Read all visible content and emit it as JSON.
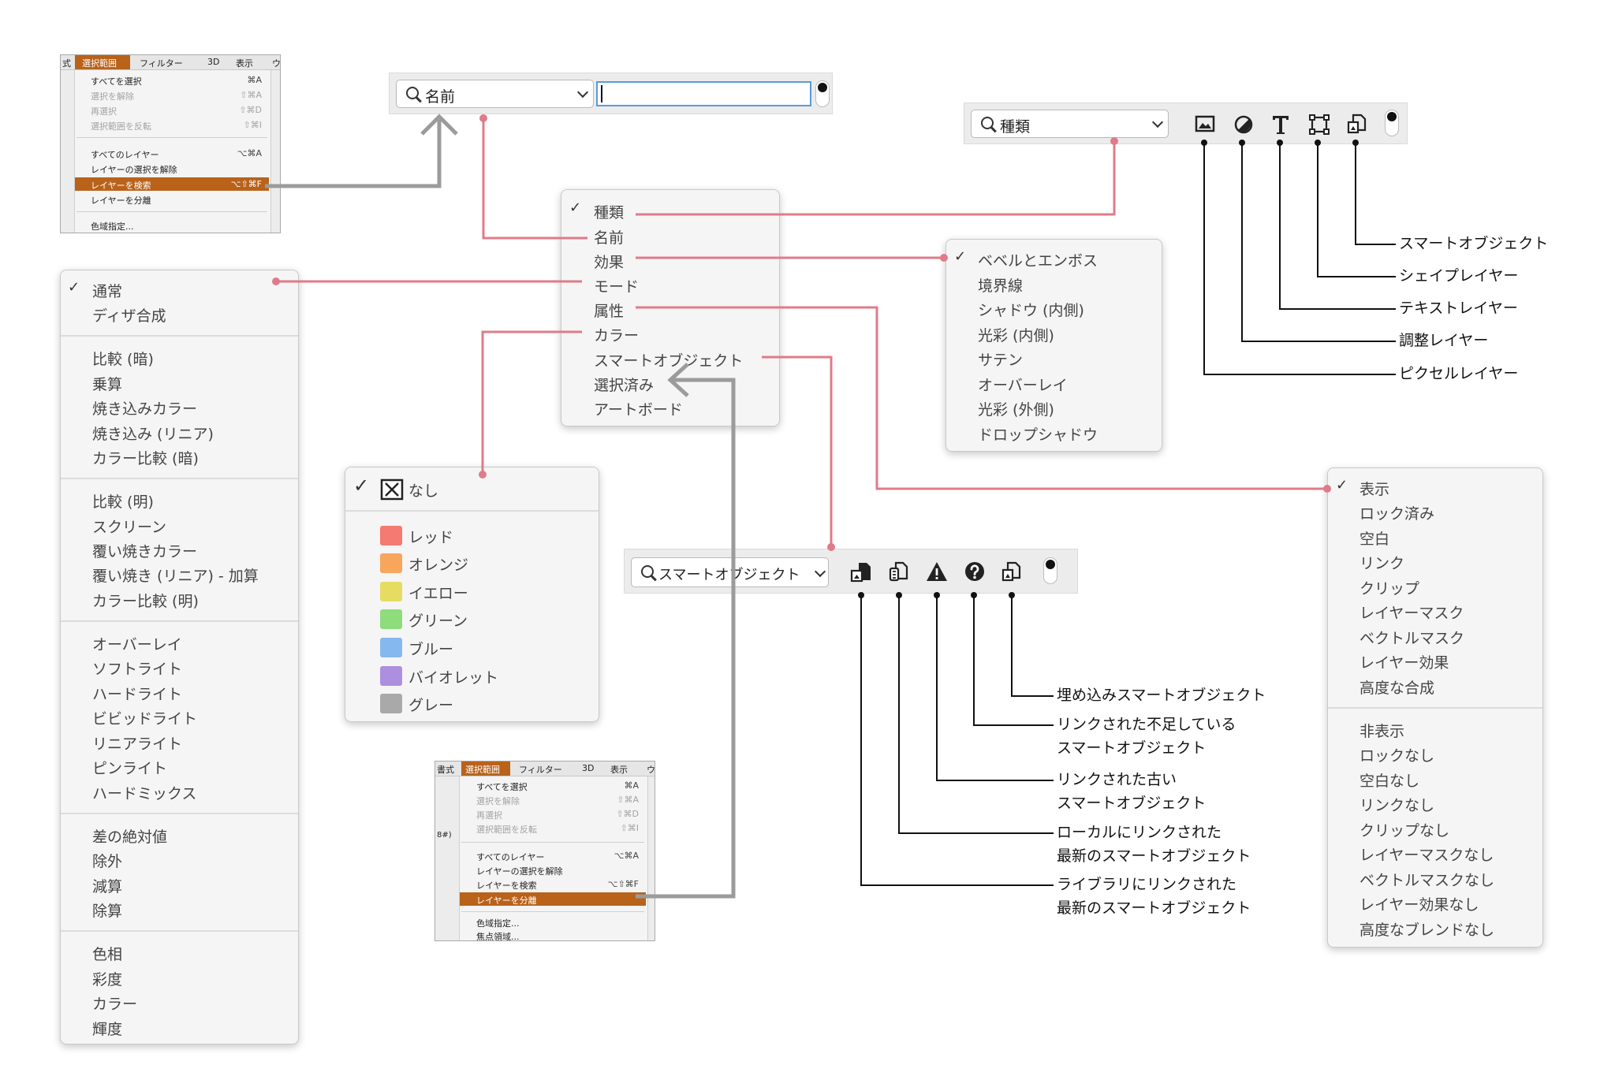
{
  "mini_menu_top": {
    "menubar": [
      "式",
      "選択範囲",
      "フィルター",
      "3D",
      "表示",
      "ウ"
    ],
    "items": [
      {
        "label": "すべてを選択",
        "shortcut": "⌘A",
        "disabled": false
      },
      {
        "label": "選択を解除",
        "shortcut": "⇧⌘A",
        "disabled": true
      },
      {
        "label": "再選択",
        "shortcut": "⇧⌘D",
        "disabled": true
      },
      {
        "label": "選択範囲を反転",
        "shortcut": "⇧⌘I",
        "disabled": true
      },
      {
        "label": "すべてのレイヤー",
        "shortcut": "⌥⌘A",
        "disabled": false
      },
      {
        "label": "レイヤーの選択を解除",
        "shortcut": "",
        "disabled": false
      },
      {
        "label": "レイヤーを検索",
        "shortcut": "⌥⇧⌘F",
        "disabled": false,
        "selected": true
      },
      {
        "label": "レイヤーを分離",
        "shortcut": "",
        "disabled": false
      },
      {
        "label": "色域指定...",
        "shortcut": "",
        "disabled": false
      }
    ]
  },
  "mini_menu_bottom": {
    "menubar": [
      "書式",
      "選択範囲",
      "フィルター",
      "3D",
      "表示",
      "ウ"
    ],
    "items": [
      {
        "label": "すべてを選択",
        "shortcut": "⌘A",
        "disabled": false
      },
      {
        "label": "選択を解除",
        "shortcut": "⇧⌘A",
        "disabled": true
      },
      {
        "label": "再選択",
        "shortcut": "⇧⌘D",
        "disabled": true
      },
      {
        "label": "選択範囲を反転",
        "shortcut": "⇧⌘I",
        "disabled": true
      },
      {
        "label": "すべてのレイヤー",
        "shortcut": "⌥⌘A",
        "disabled": false
      },
      {
        "label": "レイヤーの選択を解除",
        "shortcut": "",
        "disabled": false
      },
      {
        "label": "レイヤーを検索",
        "shortcut": "⌥⇧⌘F",
        "disabled": false
      },
      {
        "label": "レイヤーを分離",
        "shortcut": "",
        "disabled": false,
        "selected": true
      },
      {
        "label": "色域指定...",
        "shortcut": "",
        "disabled": false
      },
      {
        "label": "焦点領域...",
        "shortcut": "",
        "disabled": false
      }
    ],
    "side_glyph": "8#)"
  },
  "name_bar": {
    "select_label": "名前",
    "input_value": ""
  },
  "kind_bar": {
    "select_label": "種類",
    "icons": [
      "pixel-layer-icon",
      "adjustment-layer-icon",
      "text-layer-icon",
      "shape-layer-icon",
      "smart-object-icon"
    ]
  },
  "filter_type_menu": {
    "checked": "種類",
    "items": [
      "種類",
      "名前",
      "効果",
      "モード",
      "属性",
      "カラー",
      "スマートオブジェクト",
      "選択済み",
      "アートボード"
    ]
  },
  "effects_menu": {
    "checked": "ベベルとエンボス",
    "items": [
      "ベベルとエンボス",
      "境界線",
      "シャドウ (内側)",
      "光彩 (内側)",
      "サテン",
      "オーバーレイ",
      "光彩 (外側)",
      "ドロップシャドウ"
    ]
  },
  "blend_mode_menu": {
    "checked": "通常",
    "groups": [
      [
        "通常",
        "ディザ合成"
      ],
      [
        "比較 (暗)",
        "乗算",
        "焼き込みカラー",
        "焼き込み (リニア)",
        "カラー比較 (暗)"
      ],
      [
        "比較 (明)",
        "スクリーン",
        "覆い焼きカラー",
        "覆い焼き (リニア) - 加算",
        "カラー比較 (明)"
      ],
      [
        "オーバーレイ",
        "ソフトライト",
        "ハードライト",
        "ビビッドライト",
        "リニアライト",
        "ピンライト",
        "ハードミックス"
      ],
      [
        "差の絶対値",
        "除外",
        "減算",
        "除算"
      ],
      [
        "色相",
        "彩度",
        "カラー",
        "輝度"
      ]
    ]
  },
  "color_menu": {
    "none_label": "なし",
    "colors": [
      {
        "label": "レッド",
        "hex": "#f47a72"
      },
      {
        "label": "オレンジ",
        "hex": "#f7a65c"
      },
      {
        "label": "イエロー",
        "hex": "#e6dc62"
      },
      {
        "label": "グリーン",
        "hex": "#8fdc7d"
      },
      {
        "label": "ブルー",
        "hex": "#85b8ef"
      },
      {
        "label": "バイオレット",
        "hex": "#ad8fe0"
      },
      {
        "label": "グレー",
        "hex": "#a9a9a9"
      }
    ]
  },
  "smart_object_bar": {
    "select_label": "スマートオブジェクト",
    "icons": [
      "library-linked-smart-object-icon",
      "local-linked-smart-object-icon",
      "warning-icon",
      "question-icon",
      "embedded-smart-object-icon"
    ]
  },
  "attribute_menu": {
    "checked": "表示",
    "groups": [
      [
        "表示",
        "ロック済み",
        "空白",
        "リンク",
        "クリップ",
        "レイヤーマスク",
        "ベクトルマスク",
        "レイヤー効果",
        "高度な合成"
      ],
      [
        "非表示",
        "ロックなし",
        "空白なし",
        "リンクなし",
        "クリップなし",
        "レイヤーマスクなし",
        "ベクトルマスクなし",
        "レイヤー効果なし",
        "高度なブレンドなし"
      ]
    ]
  },
  "kind_annotations": [
    "スマートオブジェクト",
    "シェイプレイヤー",
    "テキストレイヤー",
    "調整レイヤー",
    "ピクセルレイヤー"
  ],
  "smart_annotations": [
    [
      "埋め込みスマートオブジェクト"
    ],
    [
      "リンクされた不足している",
      "スマートオブジェクト"
    ],
    [
      "リンクされた古い",
      "スマートオブジェクト"
    ],
    [
      "ローカルにリンクされた",
      "最新のスマートオブジェクト"
    ],
    [
      "ライブラリにリンクされた",
      "最新のスマートオブジェクト"
    ]
  ],
  "colors": {
    "pink_line": "#e07b8a",
    "gray_line": "#9b9b9b",
    "menu_highlight": "#b9621a"
  }
}
